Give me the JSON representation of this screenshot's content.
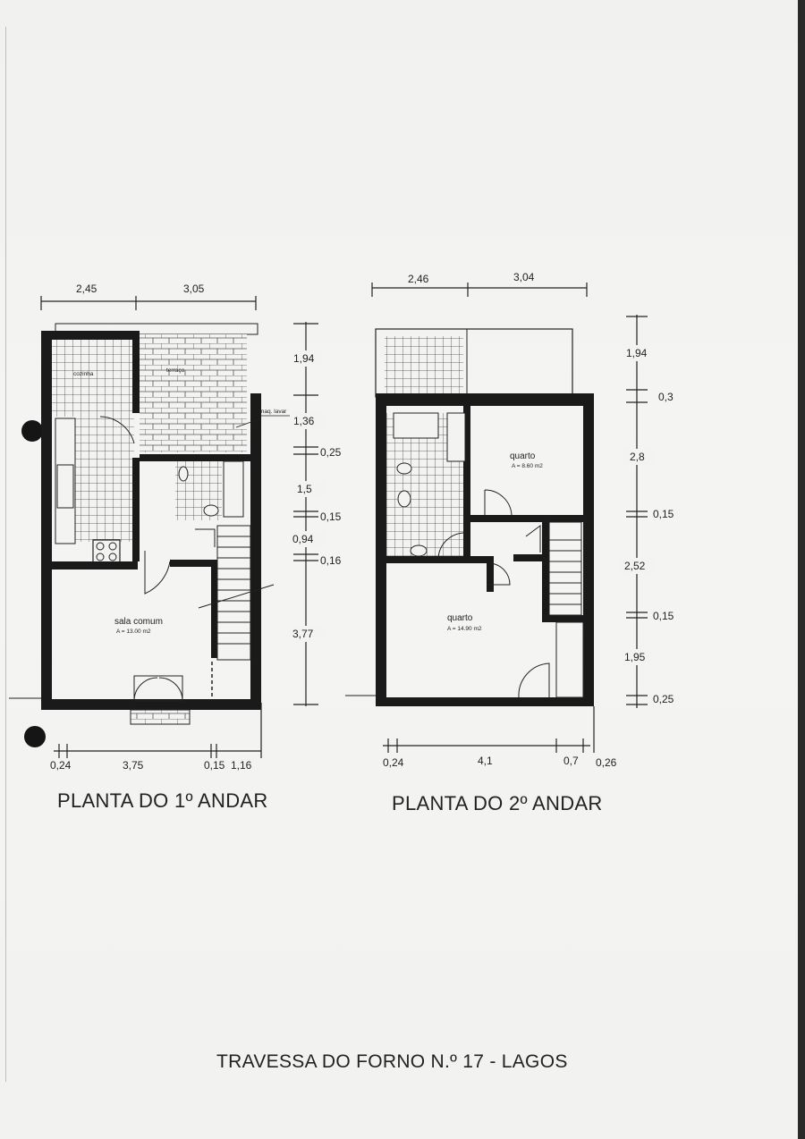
{
  "plan_first": {
    "title": "PLANTA DO 1º ANDAR",
    "top_dims": [
      "2,45",
      "3,05"
    ],
    "bottom_dims": [
      "0,24",
      "3,75",
      "0,15",
      "1,16"
    ],
    "side_dims": [
      "1,94",
      "1,36",
      "0,25",
      "1,5",
      "0,15",
      "0,94",
      "0,16",
      "3,77"
    ],
    "note_machine": "maq. lavar",
    "living_room": {
      "name": "sala comum",
      "area": "A = 13.00 m2"
    }
  },
  "plan_second": {
    "title": "PLANTA DO 2º ANDAR",
    "top_dims": [
      "2,46",
      "3,04"
    ],
    "bottom_dims": [
      "0,24",
      "4,1",
      "0,7",
      "0,26"
    ],
    "side_dims": [
      "1,94",
      "0,3",
      "2,8",
      "0,15",
      "2,52",
      "0,15",
      "1,95",
      "0,25"
    ],
    "bedroom_small": {
      "name": "quarto",
      "area": "A = 8.60 m2"
    },
    "bedroom_large": {
      "name": "quarto",
      "area": "A = 14.90 m2"
    }
  },
  "footer": {
    "address": "TRAVESSA DO FORNO N.º 17 -  LAGOS"
  },
  "colors": {
    "paper": "#f2f2f0",
    "ink": "#1c1c1c",
    "wall": "#1a1a1a",
    "tile": "#d8d8d8"
  }
}
